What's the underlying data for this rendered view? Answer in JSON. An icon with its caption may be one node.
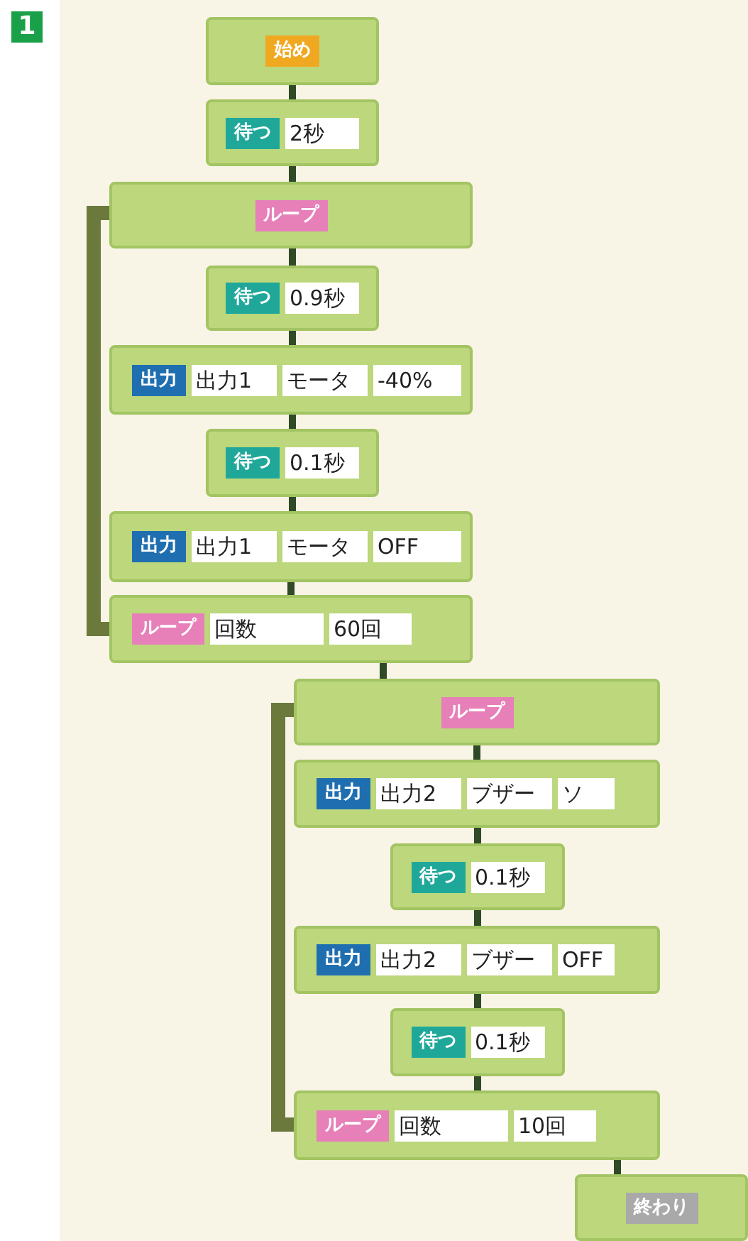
{
  "diagram": {
    "nodes": [
      {
        "text": [
          "始め"
        ]
      },
      {
        "text": [
          "待つ",
          "2秒"
        ]
      },
      {
        "text": [
          "ループ"
        ]
      },
      {
        "text": [
          "待つ",
          "0.9秒"
        ]
      },
      {
        "text": [
          "出力",
          "出力1",
          "モータ",
          "-40%"
        ]
      },
      {
        "text": [
          "待つ",
          "0.1秒"
        ]
      },
      {
        "text": [
          "出力",
          "出力1",
          "モータ",
          "OFF"
        ]
      },
      {
        "text": [
          "ループ",
          "回数",
          "60回"
        ]
      },
      {
        "text": [
          "ループ"
        ]
      },
      {
        "text": [
          "出力",
          "出力2",
          "ブザー",
          "ソ"
        ]
      },
      {
        "text": [
          "待つ",
          "0.1秒"
        ]
      },
      {
        "text": [
          "出力",
          "出力2",
          "ブザー",
          "OFF"
        ]
      },
      {
        "text": [
          "待つ",
          "0.1秒"
        ]
      },
      {
        "text": [
          "ループ",
          "回数",
          "10回"
        ]
      },
      {
        "text": [
          "終わり"
        ]
      }
    ],
    "edges": [
      {
        "from": 0,
        "to": 1,
        "arrow": "none"
      },
      {
        "from": 1,
        "to": 2,
        "arrow": "none"
      },
      {
        "from": 2,
        "to": 3,
        "arrow": "none"
      },
      {
        "from": 3,
        "to": 4,
        "arrow": "none"
      },
      {
        "from": 4,
        "to": 5,
        "arrow": "none"
      },
      {
        "from": 5,
        "to": 6,
        "arrow": "none"
      },
      {
        "from": 6,
        "to": 7,
        "arrow": "none"
      },
      {
        "from": 7,
        "to": 8,
        "arrow": "none"
      },
      {
        "from": 8,
        "to": 9,
        "arrow": "none"
      },
      {
        "from": 9,
        "to": 10,
        "arrow": "none"
      },
      {
        "from": 10,
        "to": 11,
        "arrow": "none"
      },
      {
        "from": 11,
        "to": 12,
        "arrow": "none"
      },
      {
        "from": 12,
        "to": 13,
        "arrow": "none"
      },
      {
        "from": 13,
        "to": 14,
        "arrow": "none"
      },
      {
        "from": 2,
        "to": 7,
        "arrow": "none",
        "style": "thick",
        "color": "#6b7a3c"
      },
      {
        "from": 8,
        "to": 13,
        "arrow": "none",
        "style": "thick",
        "color": "#6b7a3c"
      }
    ],
    "labels": [
      "1"
    ]
  }
}
